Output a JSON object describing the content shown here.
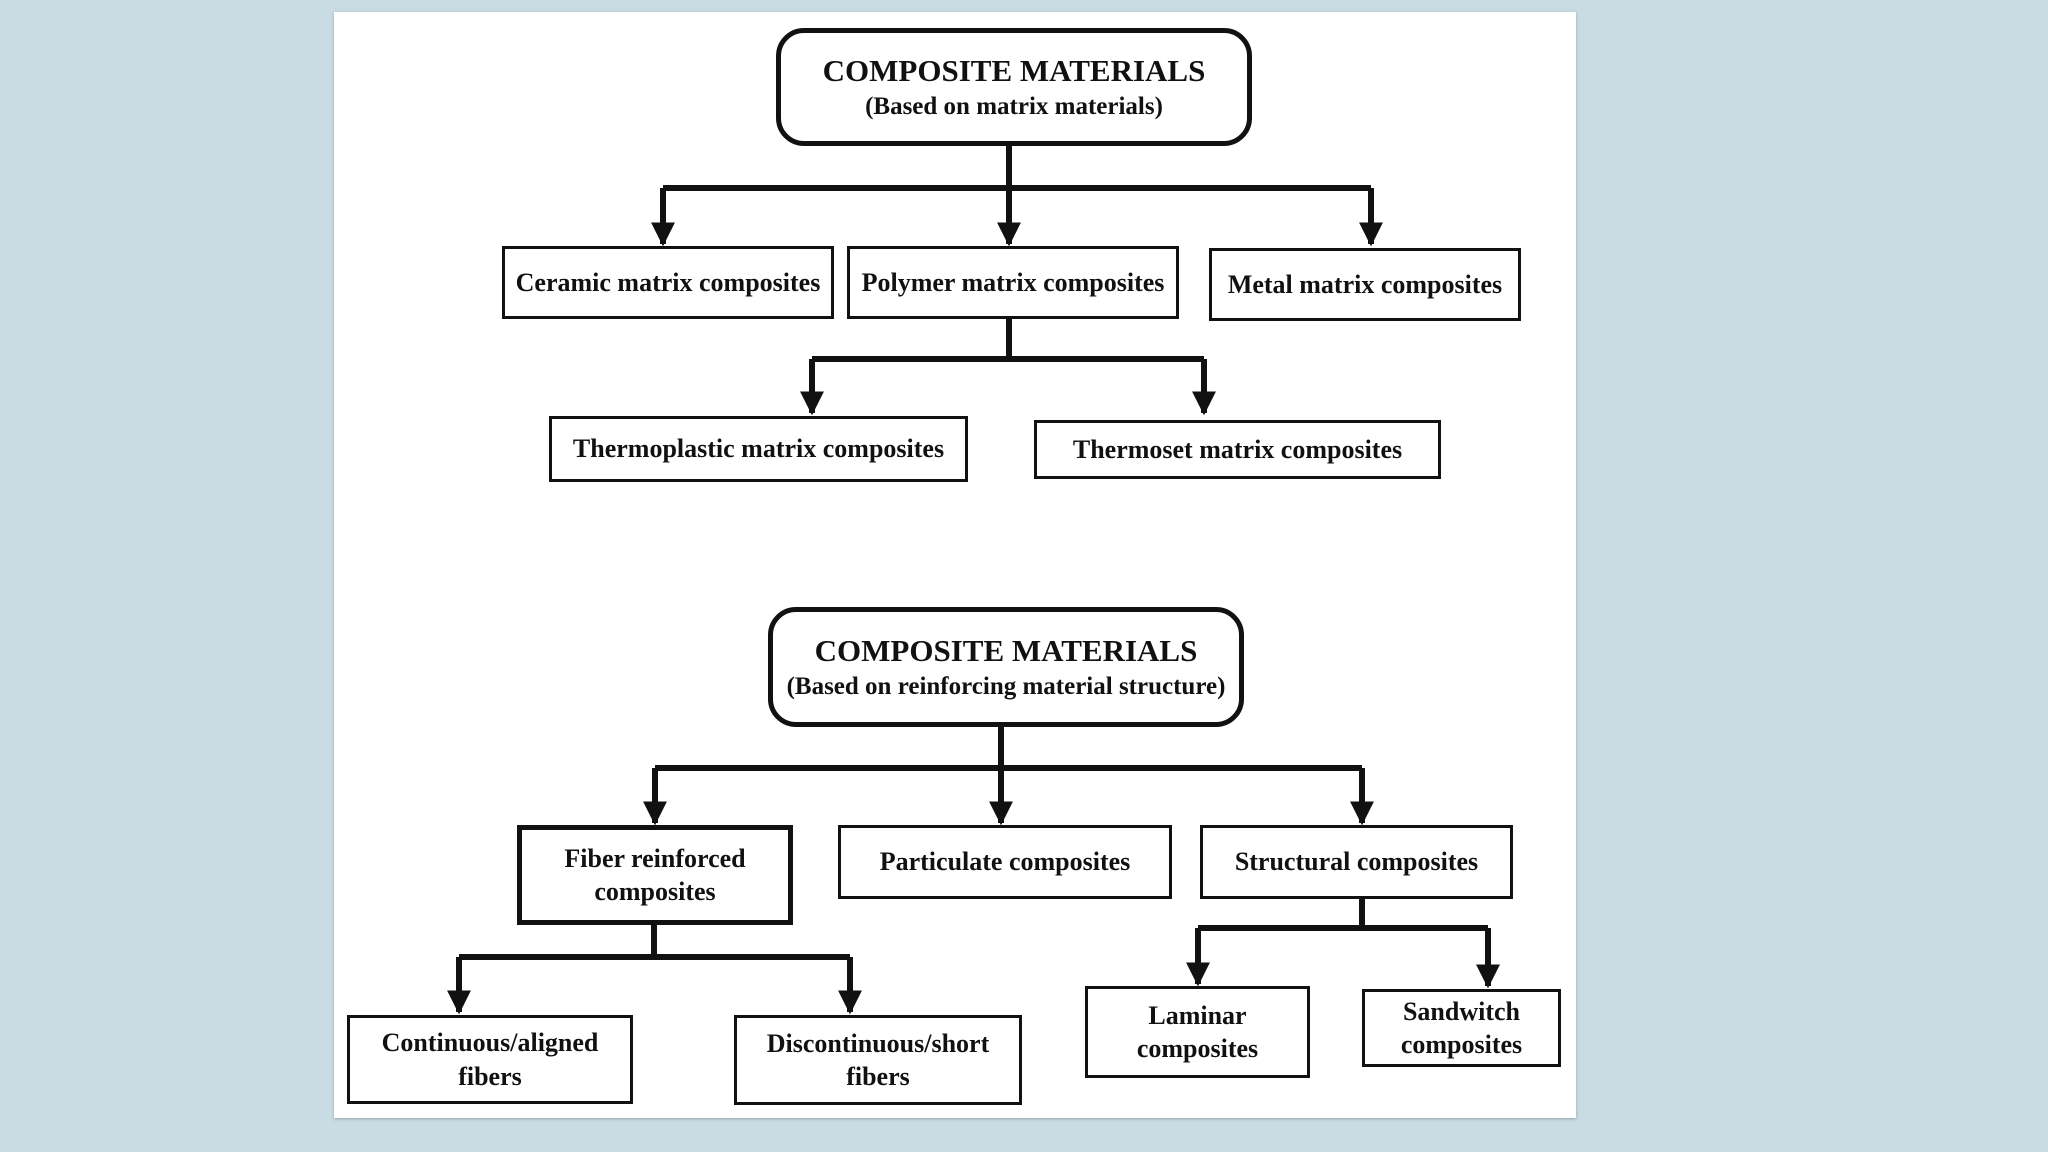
{
  "diagram1": {
    "root": {
      "title": "COMPOSITE MATERIALS",
      "subtitle": "(Based on matrix materials)"
    },
    "level1": [
      "Ceramic matrix composites",
      "Polymer matrix composites",
      "Metal matrix composites"
    ],
    "polymer_children": [
      "Thermoplastic matrix composites",
      "Thermoset matrix composites"
    ]
  },
  "diagram2": {
    "root": {
      "title": "COMPOSITE MATERIALS",
      "subtitle": "(Based on reinforcing material structure)"
    },
    "level1": [
      "Fiber reinforced composites",
      "Particulate composites",
      "Structural composites"
    ],
    "fiber_children": [
      "Continuous/aligned fibers",
      "Discontinuous/short fibers"
    ],
    "structural_children": [
      "Laminar composites",
      "Sandwitch composites"
    ]
  },
  "colors": {
    "background": "#c9dbe3",
    "panel": "#ffffff",
    "ink": "#111111"
  }
}
